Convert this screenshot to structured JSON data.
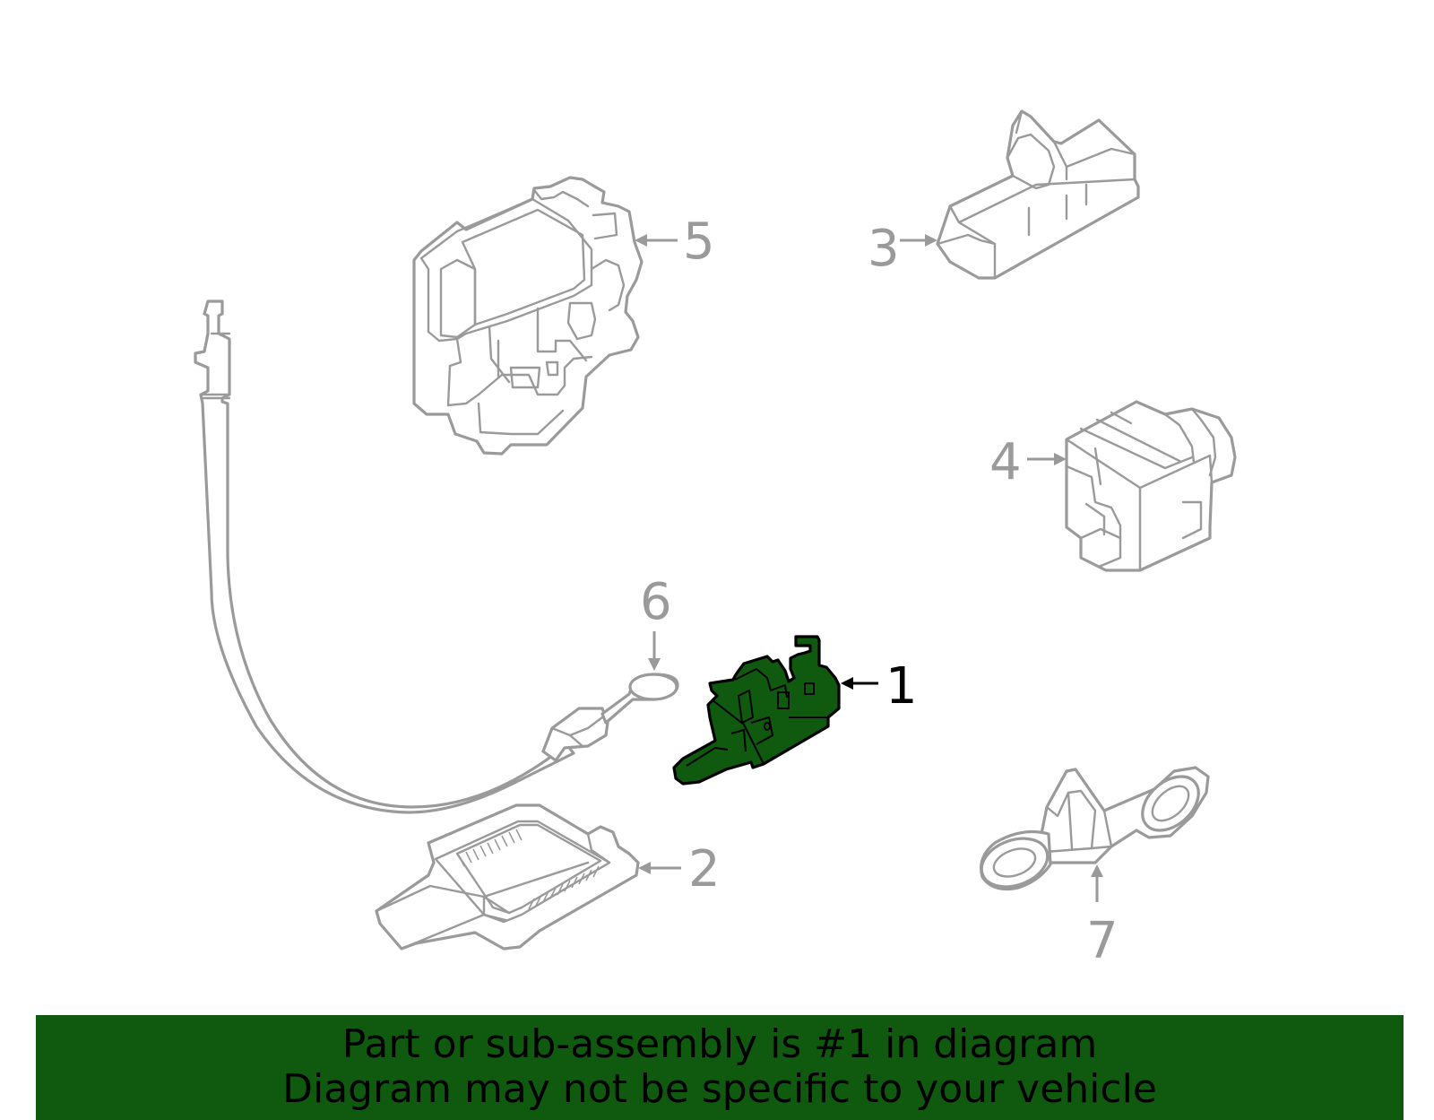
{
  "diagram": {
    "highlighted_part": "1",
    "highlight_color": "#0f5a0f",
    "line_color": "#9a9a9a",
    "callouts": {
      "part1": "1",
      "part2": "2",
      "part3": "3",
      "part4": "4",
      "part5": "5",
      "part6": "6",
      "part7": "7"
    }
  },
  "banner": {
    "line1": "Part or sub-assembly is #1 in diagram",
    "line2": "Diagram may not be specific to your vehicle",
    "background": "#0f5a0f"
  }
}
